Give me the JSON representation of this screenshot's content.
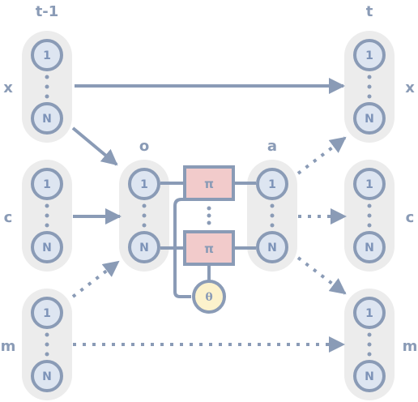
{
  "colors": {
    "pill": "#ececec",
    "node_fill": "#dde5f1",
    "node_stroke": "#8a9bb6",
    "edge": "#8a9bb6",
    "pi_fill": "#f2cbcb",
    "theta_fill": "#fcf2cc"
  },
  "time_labels": {
    "prev": "t-1",
    "next": "t"
  },
  "row_labels": {
    "x": "x",
    "c": "c",
    "m": "m"
  },
  "middle_labels": {
    "o": "o",
    "a": "a"
  },
  "node_first": "1",
  "node_last": "N",
  "operator_label": "π",
  "parameter_label": "θ",
  "edges": [
    {
      "from": "x(t-1)",
      "to": "x(t)",
      "style": "solid"
    },
    {
      "from": "x(t-1)",
      "to": "o",
      "style": "solid"
    },
    {
      "from": "c(t-1)",
      "to": "o",
      "style": "solid"
    },
    {
      "from": "m(t-1)",
      "to": "o",
      "style": "dotted"
    },
    {
      "from": "m(t-1)",
      "to": "m(t)",
      "style": "dotted"
    },
    {
      "from": "a",
      "to": "x(t)",
      "style": "dotted"
    },
    {
      "from": "a",
      "to": "c(t)",
      "style": "dotted"
    },
    {
      "from": "a",
      "to": "m(t)",
      "style": "dotted"
    }
  ]
}
